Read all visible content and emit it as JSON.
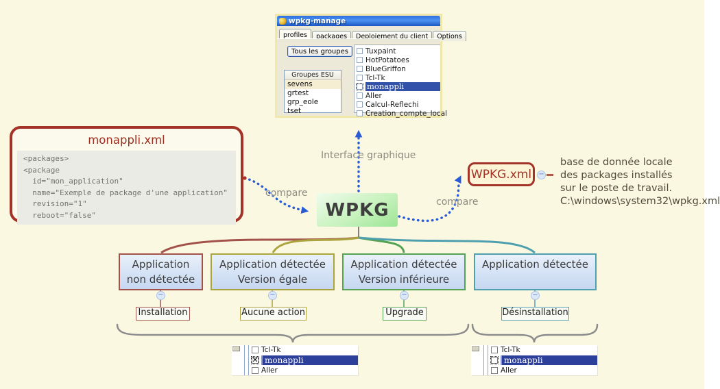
{
  "window": {
    "title": "wpkg-manage",
    "tabs": [
      {
        "label": "profiles",
        "active": true
      },
      {
        "label": "packages"
      },
      {
        "label": "Deploiement du client"
      },
      {
        "label": "Options"
      }
    ],
    "button_label": "Tous les groupes",
    "groups_header": "Groupes ESU",
    "groups": [
      {
        "label": "sevens",
        "highlighted": true
      },
      {
        "label": "grtest"
      },
      {
        "label": "grp_eole"
      },
      {
        "label": "tset"
      }
    ],
    "packages": [
      {
        "label": "Tuxpaint"
      },
      {
        "label": "HotPotatoes"
      },
      {
        "label": "BlueGriffon"
      },
      {
        "label": "Tcl-Tk"
      },
      {
        "label": "monappli",
        "selected": true
      },
      {
        "label": "Aller"
      },
      {
        "label": "Calcul-Reflechi"
      },
      {
        "label": "Creation_compte_local"
      }
    ]
  },
  "xml_box": {
    "title": "monappli.xml",
    "code_lines": [
      "<packages>",
      "<package",
      "  id=\"mon_application\"",
      "  name=\"Exemple de package d'une application\"",
      "  revision=\"1\"",
      "  reboot=\"false\""
    ]
  },
  "center": {
    "label": "WPKG"
  },
  "wpkg_xml": {
    "label": "WPKG.xml",
    "description_lines": [
      "base de donnée locale",
      "des packages installés",
      "sur le poste de travail.",
      "C:\\windows\\system32\\wpkg.xml"
    ]
  },
  "labels": {
    "interface": "Interface graphique",
    "compare_left": "compare",
    "compare_right": "compare"
  },
  "branches": [
    {
      "line1": "Application",
      "line2": "non détectée",
      "action": "Installation",
      "color": "#A3524B"
    },
    {
      "line1": "Application détectée",
      "line2": "Version égale",
      "action": "Aucune action",
      "color": "#ABA43E"
    },
    {
      "line1": "Application détectée",
      "line2": "Version inférieure",
      "action": "Upgrade",
      "color": "#54A254"
    },
    {
      "line1": "Application détectée",
      "line2": "",
      "action": "Désinstallation",
      "color": "#4FA0AE"
    }
  ],
  "bottom_lists": [
    {
      "rows": [
        {
          "label": "Tcl-Tk"
        },
        {
          "label": "monappli",
          "selected": true,
          "checked": true
        },
        {
          "label": "Aller"
        }
      ]
    },
    {
      "rows": [
        {
          "label": "Tcl-Tk"
        },
        {
          "label": "monappli",
          "selected": true
        },
        {
          "label": "Aller"
        }
      ]
    }
  ],
  "icons": {
    "collapse": "−"
  },
  "colors": {
    "background": "#FBF8E1",
    "accent_red": "#A33327",
    "accent_olive": "#ABA43E",
    "accent_green": "#54A254",
    "accent_teal": "#4FA0AE",
    "arrow_blue": "#2A5BD7",
    "selection_blue": "#2C3F9B",
    "wpkg_green": "#9CE595"
  }
}
